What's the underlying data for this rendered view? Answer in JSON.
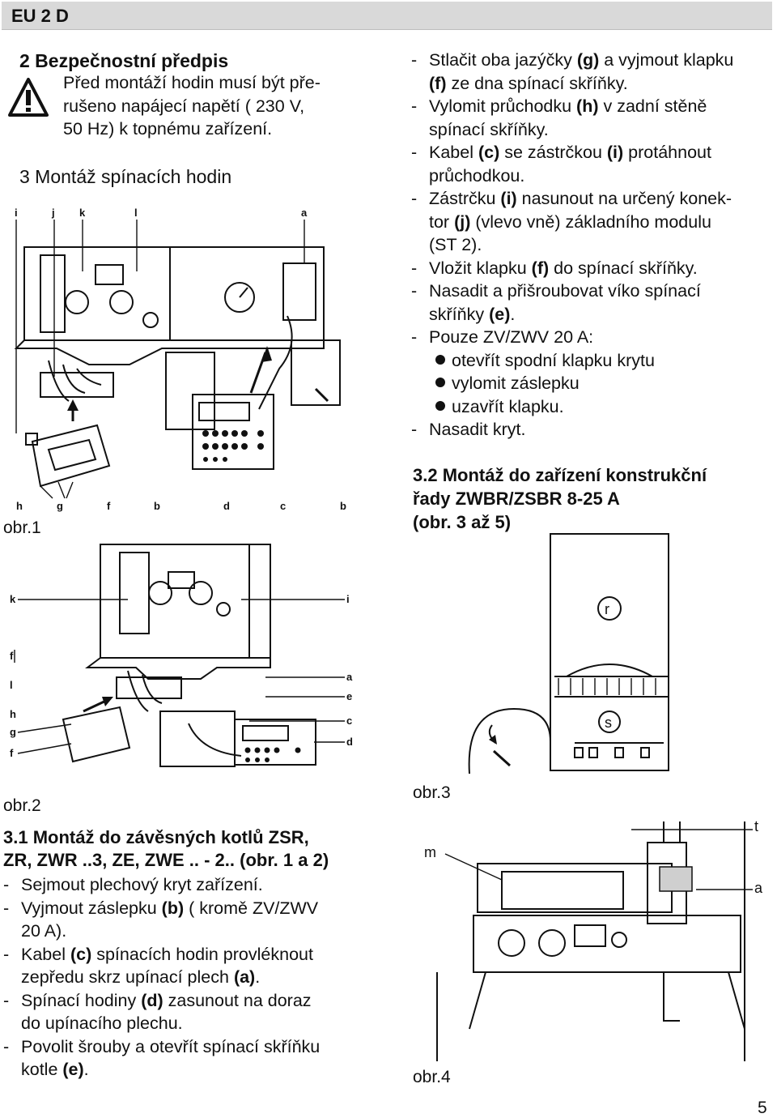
{
  "header": {
    "title": "EU 2 D"
  },
  "section2": {
    "heading": "2 Bezpečnostní předpis",
    "lines": [
      "Před montáží hodin  musí  být pře-",
      "rušeno  napájecí  napětí  ( 230  V,",
      "50 Hz) k topnému zařízení."
    ]
  },
  "section3": {
    "heading": "3 Montáž spínacích hodin"
  },
  "right_col": {
    "items": [
      {
        "parts": [
          "Stlačit oba jazýčky ",
          "(g)",
          " a vyjmout klapku"
        ]
      },
      {
        "parts": [
          "",
          "(f)",
          " ze dna spínací skříňky."
        ]
      },
      {
        "parts": [
          "Vylomit průchodku ",
          "(h)",
          " v zadní stěně"
        ]
      },
      {
        "parts": [
          "spínací skříňky.",
          "",
          ""
        ]
      },
      {
        "parts": [
          "Kabel ",
          "(c)",
          " se zástrčkou "
        ]
      },
      {
        "parts": [
          "průchodkou.",
          "",
          ""
        ]
      },
      {
        "parts": [
          "Zástrčku ",
          "(i)",
          " nasunout na určený konek-"
        ]
      },
      {
        "parts": [
          "tor ",
          "(j)",
          " (vlevo vně) základního modulu"
        ]
      },
      {
        "parts": [
          "(ST 2).",
          "",
          ""
        ]
      },
      {
        "parts": [
          "Vložit klapku ",
          "(f)",
          " do spínací skříňky."
        ]
      },
      {
        "parts": [
          "Nasadit a přišroubovat víko spínací",
          "",
          ""
        ]
      },
      {
        "parts": [
          "skříňky ",
          "(e)",
          "."
        ]
      },
      {
        "parts": [
          "Pouze ZV/ZWV 20 A:",
          "",
          ""
        ]
      }
    ],
    "kabel_extra": [
      "(i)",
      " protáhnout"
    ],
    "sub_bullets": [
      "otevřít spodní klapku krytu",
      "vylomit záslepku",
      "uzavřít klapku."
    ],
    "last_item": "Nasadit kryt."
  },
  "section32": {
    "lines": [
      "3.2 Montáž  do  zařízení  konstrukční",
      "řady ZWBR/ZSBR 8-25 A",
      "(obr. 3 až 5)"
    ]
  },
  "section31": {
    "heading_lines": [
      "3.1 Montáž  do  závěsných  kotlů  ZSR,",
      "ZR, ZWR ..3, ZE, ZWE .. - 2.. (obr. 1 a 2)"
    ],
    "items": [
      {
        "parts": [
          "Sejmout plechový kryt zařízení.",
          "",
          ""
        ]
      },
      {
        "parts": [
          "Vyjmout záslepku ",
          "(b)",
          " ( kromě  ZV/ZWV"
        ]
      },
      {
        "parts": [
          "20 A).",
          "",
          ""
        ]
      },
      {
        "parts": [
          "Kabel ",
          "(c)",
          " spínacích  hodin  provléknout"
        ]
      },
      {
        "parts": [
          "zepředu skrz upínací plech ",
          "(a)",
          "."
        ]
      },
      {
        "parts": [
          "Spínací hodiny ",
          "(d)",
          " zasunout  na  doraz"
        ]
      },
      {
        "parts": [
          "do upínacího plechu.",
          "",
          ""
        ]
      },
      {
        "parts": [
          "Povolit  šrouby a otevřít spínací skříňku",
          "",
          ""
        ]
      },
      {
        "parts": [
          "kotle ",
          "(e)",
          "."
        ]
      }
    ]
  },
  "figures": {
    "fig1": {
      "caption": "obr.1",
      "top_labels": [
        "i",
        "j",
        "k",
        "l",
        "a"
      ],
      "bottom_labels": [
        "h",
        "g",
        "f",
        "b",
        "d",
        "c",
        "b"
      ]
    },
    "fig2": {
      "caption": "obr.2",
      "left_labels": [
        "k",
        "f",
        "l",
        "h",
        "g",
        "f"
      ],
      "right_labels": [
        "i",
        "a",
        "e",
        "c",
        "d"
      ]
    },
    "fig3": {
      "caption": "obr.3",
      "labels": [
        "r",
        "s"
      ]
    },
    "fig4": {
      "caption": "obr.4",
      "labels": [
        "m",
        "t",
        "a"
      ]
    }
  },
  "page_number": "5"
}
